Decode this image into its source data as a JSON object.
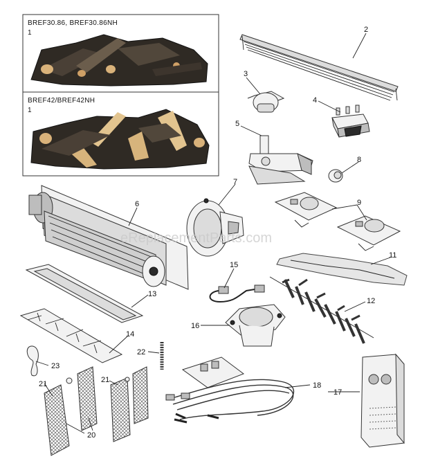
{
  "log_sets": [
    {
      "model": "BREF30.86, BREF30.86NH",
      "key": "1"
    },
    {
      "model": "BREF42/BREF42NH",
      "key": "1"
    }
  ],
  "callouts": {
    "c2": "2",
    "c3": "3",
    "c4": "4",
    "c5": "5",
    "c6": "6",
    "c7": "7",
    "c8": "8",
    "c9": "9",
    "c11": "11",
    "c12": "12",
    "c13": "13",
    "c14": "14",
    "c15": "15",
    "c16": "16",
    "c17": "17",
    "c18": "18",
    "c20": "20",
    "c21a": "21",
    "c21b": "21",
    "c22": "22",
    "c23": "23"
  },
  "watermark": "eReplacementParts.com"
}
